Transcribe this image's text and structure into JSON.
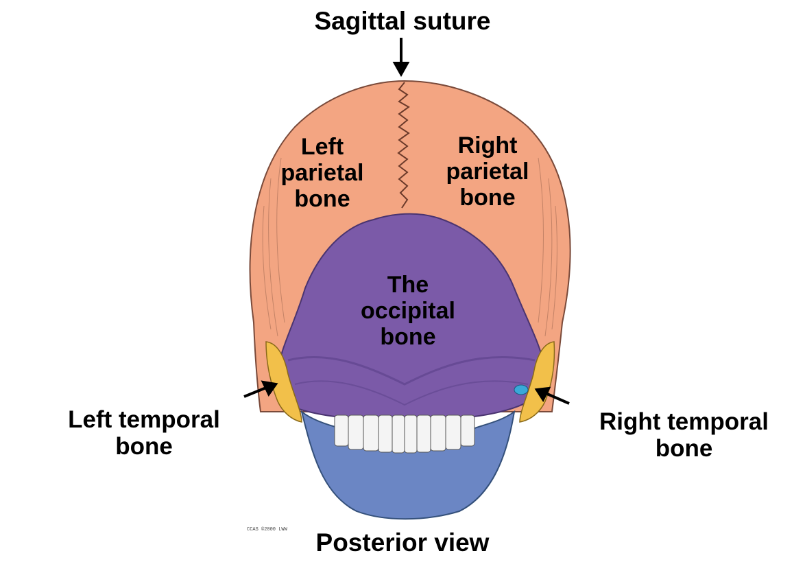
{
  "labels": {
    "sagittal_suture": "Sagittal suture",
    "left_parietal": [
      "Left",
      "parietal",
      "bone"
    ],
    "right_parietal": [
      "Right",
      "parietal",
      "bone"
    ],
    "occipital": [
      "The",
      "occipital",
      "bone"
    ],
    "left_temporal": [
      "Left temporal",
      "bone"
    ],
    "right_temporal": [
      "Right temporal",
      "bone"
    ],
    "view": "Posterior view",
    "copyright": "CCAS ©2000 LWW"
  },
  "colors": {
    "parietal": "#f3a582",
    "occipital": "#7b5aa8",
    "temporal": "#f2c04a",
    "mandible": "#6b86c4",
    "teeth": "#f4f4f4",
    "accent_blue": "#3aa8d8"
  }
}
